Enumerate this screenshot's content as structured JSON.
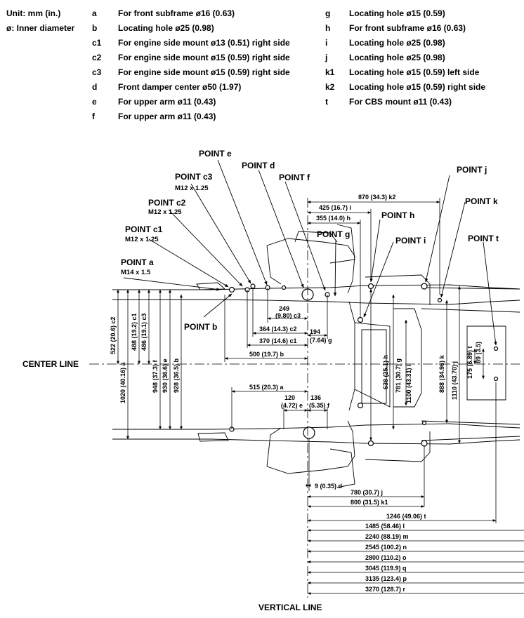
{
  "header": {
    "unit": "Unit: mm (in.)",
    "diameter": "ø: Inner diameter"
  },
  "legend_left": [
    {
      "code": "a",
      "text": "For front subframe ø16 (0.63)"
    },
    {
      "code": "b",
      "text": "Locating hole ø25 (0.98)"
    },
    {
      "code": "c1",
      "text": "For engine side mount ø13 (0.51) right side"
    },
    {
      "code": "c2",
      "text": "For engine side mount ø15 (0.59) right side"
    },
    {
      "code": "c3",
      "text": "For engine side mount ø15 (0.59) right side"
    },
    {
      "code": "d",
      "text": "Front damper center ø50 (1.97)"
    },
    {
      "code": "e",
      "text": "For upper arm ø11 (0.43)"
    },
    {
      "code": "f",
      "text": "For upper arm ø11 (0.43)"
    }
  ],
  "legend_right": [
    {
      "code": "g",
      "text": "Locating hole ø15 (0.59)"
    },
    {
      "code": "h",
      "text": "For front subframe ø16 (0.63)"
    },
    {
      "code": "i",
      "text": "Locating hole ø25 (0.98)"
    },
    {
      "code": "j",
      "text": "Locating hole ø25 (0.98)"
    },
    {
      "code": "k1",
      "text": "Locating hole ø15 (0.59) left side"
    },
    {
      "code": "k2",
      "text": "Locating hole ø15 (0.59) right side"
    },
    {
      "code": "t",
      "text": "For CBS mount ø11 (0.43)"
    }
  ],
  "points": {
    "e": "POINT e",
    "d": "POINT d",
    "f": "POINT f",
    "c3": "POINT c3",
    "c3_thread": "M12 x 1.25",
    "c2": "POINT c2",
    "c2_thread": "M12 x 1.25",
    "c1": "POINT c1",
    "c1_thread": "M12 x 1.25",
    "a": "POINT a",
    "a_thread": "M14 x 1.5",
    "b": "POINT b",
    "g": "POINT g",
    "h": "POINT h",
    "i": "POINT i",
    "j": "POINT j",
    "k": "POINT k",
    "t": "POINT t"
  },
  "lines": {
    "center": "CENTER LINE",
    "vertical": "VERTICAL LINE"
  },
  "dims_top": {
    "k2": "870 (34.3) k2",
    "i": "425 (16.7) i",
    "h": "355 (14.0) h"
  },
  "dims_mid": {
    "c3_a": "249",
    "c3_b": "(9.80) c3",
    "c2": "364 (14.3) c2",
    "c1": "370 (14.6) c1",
    "g_a": "194",
    "g_b": "(7.64) g",
    "b": "500 (19.7) b",
    "a": "515 (20.3) a",
    "e_a": "120",
    "e_b": "(4.72) e",
    "f_a": "136",
    "f_b": "(5.35) f"
  },
  "dims_vert_left": {
    "c2": "522 (20.6) c2",
    "a": "1020 (40.16) a",
    "c1": "488 (19.2) c1",
    "c3": "486 (19.1) c3",
    "f": "948 (37.3) f",
    "e": "930 (36.6) e",
    "b": "928 (36.5) b"
  },
  "dims_vert_right": {
    "h": "638 (25.1) h",
    "g": "781 (30.7) g",
    "i": "1100 (43.31) i",
    "k": "888 (34.96) k",
    "j": "1110 (43.70) j",
    "t": "175 (6.89) t",
    "t2": "89 (3.5)"
  },
  "dims_bottom": [
    {
      "key": "d",
      "label": "9 (0.35) d"
    },
    {
      "key": "j",
      "label": "780 (30.7) j"
    },
    {
      "key": "k1",
      "label": "800 (31.5) k1"
    },
    {
      "key": "t",
      "label": "1246 (49.06) t"
    },
    {
      "key": "l",
      "label": "1485 (58.46) l"
    },
    {
      "key": "m",
      "label": "2240 (88.19) m"
    },
    {
      "key": "n",
      "label": "2545 (100.2) n"
    },
    {
      "key": "o",
      "label": "2800 (110.2) o"
    },
    {
      "key": "q",
      "label": "3045 (119.9) q"
    },
    {
      "key": "p",
      "label": "3135 (123.4) p"
    },
    {
      "key": "r",
      "label": "3270 (128.7) r"
    }
  ]
}
